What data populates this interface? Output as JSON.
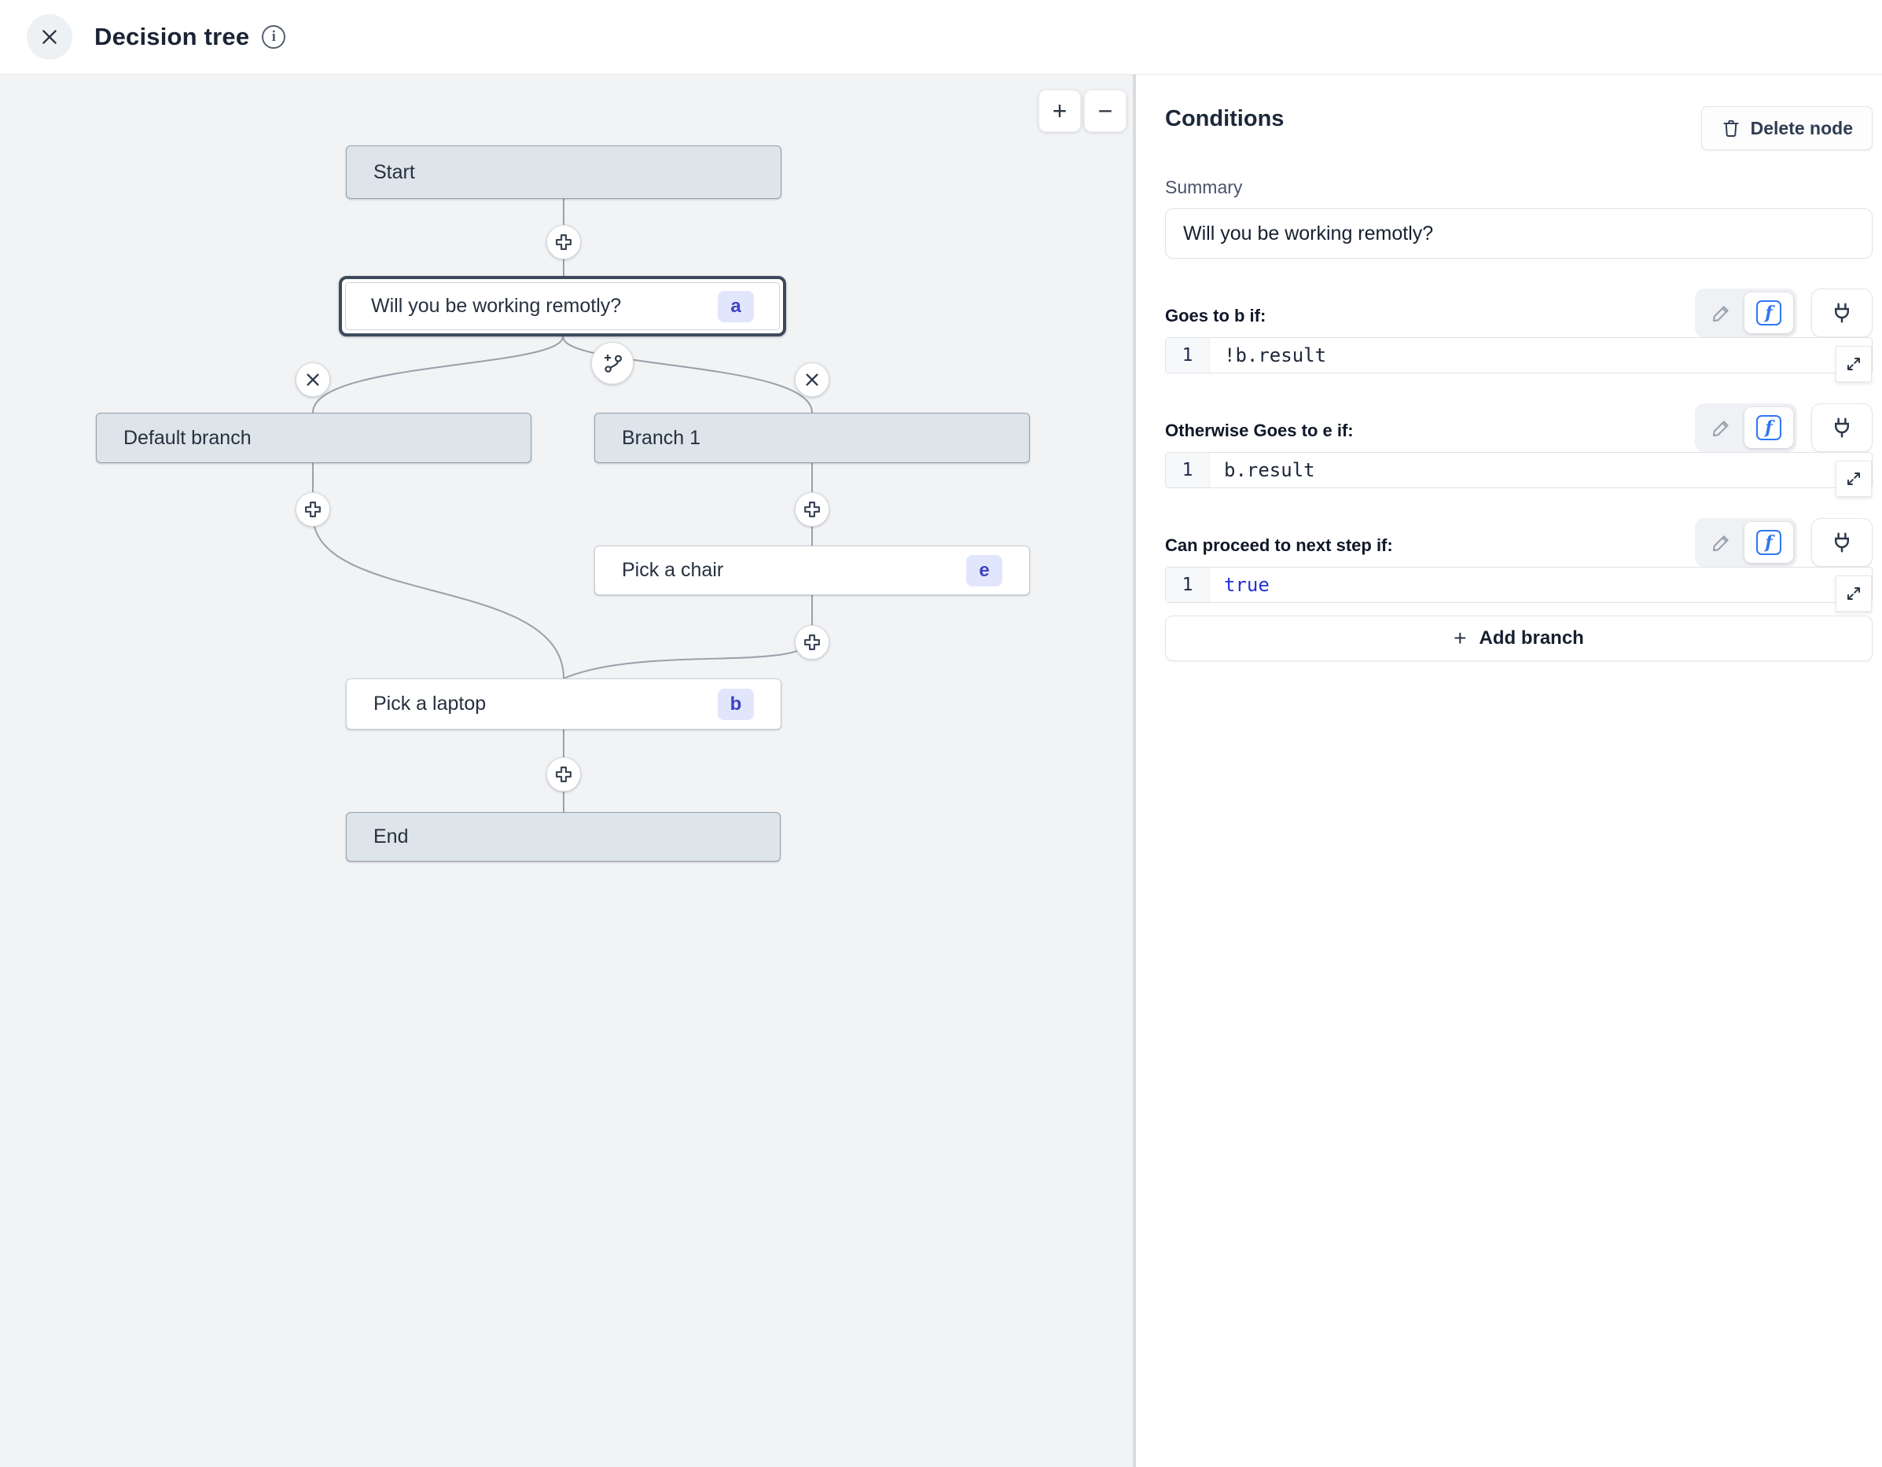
{
  "header": {
    "title": "Decision tree"
  },
  "canvas": {
    "zoom_in": "+",
    "zoom_out": "−",
    "nodes": [
      {
        "label": "Start"
      },
      {
        "label": "Will you be working remotly?",
        "badge": "a"
      },
      {
        "label": "Default branch"
      },
      {
        "label": "Branch 1"
      },
      {
        "label": "Pick a chair",
        "badge": "e"
      },
      {
        "label": "Pick a laptop",
        "badge": "b"
      },
      {
        "label": "End"
      }
    ]
  },
  "panel": {
    "title": "Conditions",
    "delete_button": "Delete node",
    "summary": {
      "label": "Summary",
      "value": "Will you be working remotly?"
    },
    "sections": [
      {
        "label": "Goes to b if:",
        "line_number": "1",
        "code": "!b.result"
      },
      {
        "label": "Otherwise Goes to e if:",
        "line_number": "1",
        "code": "b.result"
      },
      {
        "label": "Can proceed to next step if:",
        "line_number": "1",
        "code": "true"
      }
    ],
    "add_branch": {
      "plus": "+",
      "label": "Add branch"
    }
  },
  "colors": {
    "badge_bg": "#e2e6fc",
    "badge_text": "#3d43c3",
    "selected_border": "#3e4a5c",
    "node_gray": "#dde4ea",
    "canvas_bg": "#f1f3f5",
    "keyword_blue": "#2433d6",
    "fx_active_blue": "#3076f0",
    "edge_gray": "#9aa0a8"
  }
}
